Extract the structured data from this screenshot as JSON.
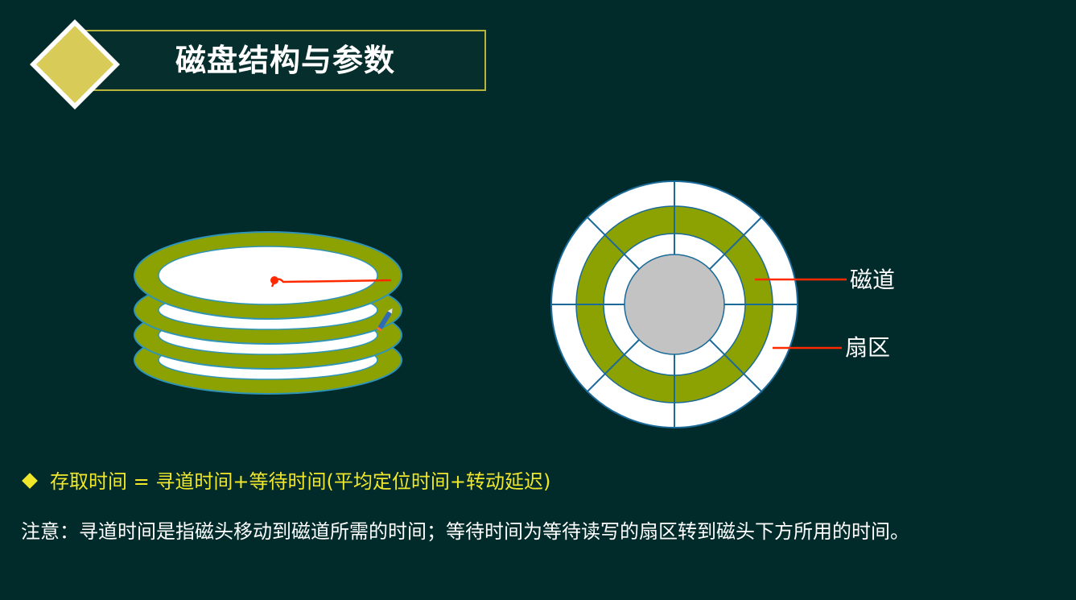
{
  "slide": {
    "title": "磁盘结构与参数",
    "labels": {
      "track": "磁道",
      "sector": "扇区"
    },
    "formula": "存取时间 = 寻道时间+等待时间(平均定位时间+转动延迟)",
    "note": "注意：寻道时间是指磁头移动到磁道所需的时间；等待时间为等待读写的扇区转到磁头下方所用的时间。"
  },
  "colors": {
    "background": "#012a2a",
    "accent_yellow": "#f0e72a",
    "diamond": "#d8cb58",
    "platter_green": "#8ca102",
    "hub_gray": "#c3c3c3",
    "pointer_red": "#ff2a00",
    "divider_blue": "#1a6a9a"
  }
}
